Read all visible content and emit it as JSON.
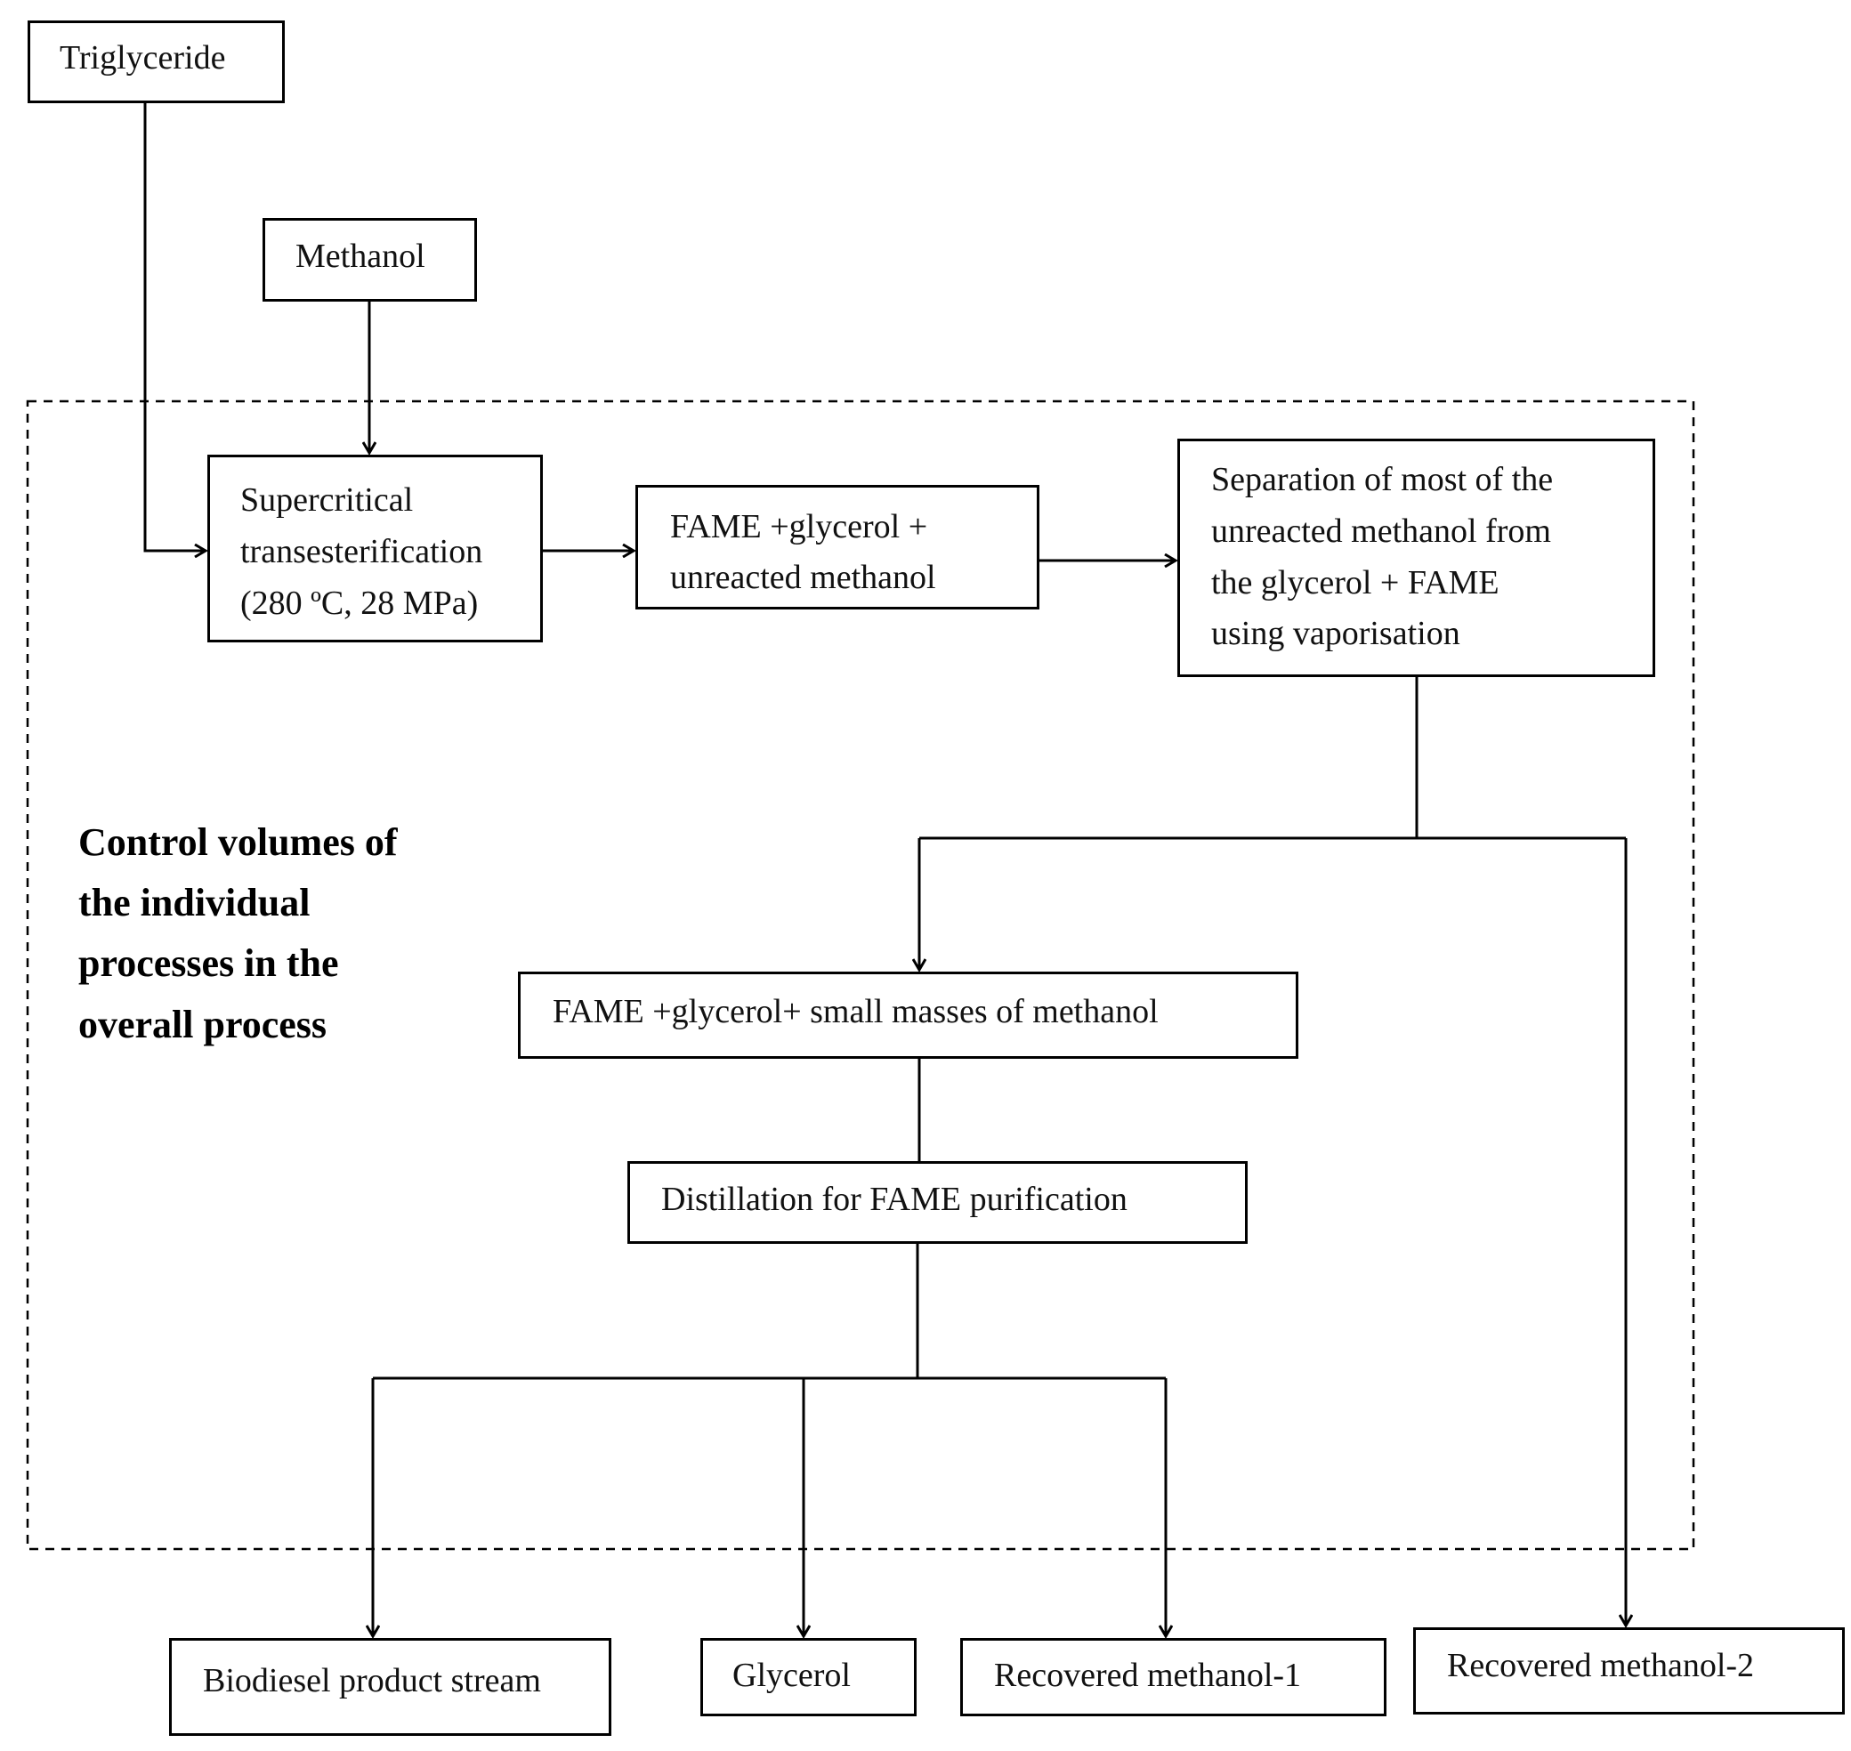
{
  "boxes": {
    "triglyceride": "Triglyceride",
    "methanol": "Methanol",
    "transesterification": [
      "Supercritical",
      "transesterification",
      "(280 ºC, 28 MPa)"
    ],
    "fame_mixture": [
      "FAME +glycerol +",
      "unreacted methanol"
    ],
    "separation": [
      "Separation of most of the",
      "unreacted methanol from",
      "the glycerol + FAME",
      "using vaporisation"
    ],
    "fame_small_methanol": "FAME +glycerol+ small masses of methanol",
    "distillation": "Distillation for FAME purification",
    "biodiesel": "Biodiesel product stream",
    "glycerol": "Glycerol",
    "recovered_1": "Recovered methanol-1",
    "recovered_2": "Recovered methanol-2"
  },
  "control_volume_label": [
    "Control volumes of",
    "the individual",
    "processes in the",
    "overall process"
  ]
}
